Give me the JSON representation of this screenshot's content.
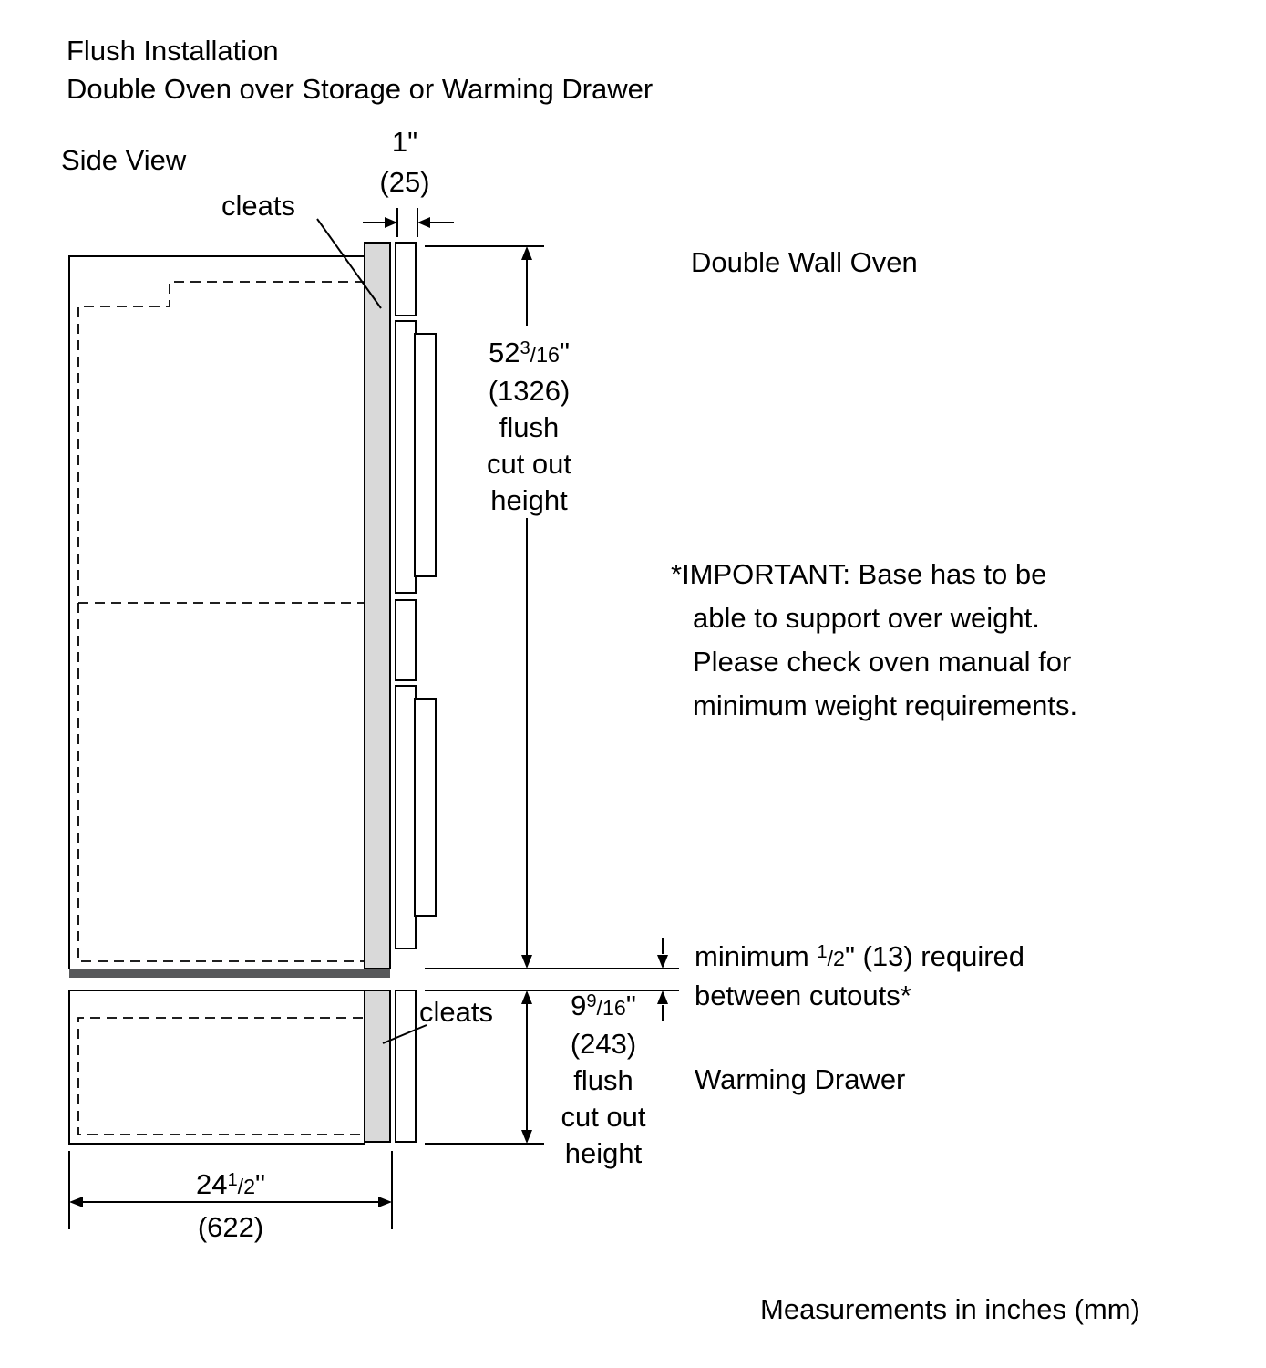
{
  "title": {
    "line1": "Flush Installation",
    "line2": "Double Oven over Storage or Warming Drawer"
  },
  "side_view": "Side View",
  "cleats_top": "cleats",
  "cleats_bottom": "cleats",
  "dim_1in": {
    "inches": "1\"",
    "mm": "(25)"
  },
  "dim_flush_oven": {
    "whole": "52",
    "frac_num": "3",
    "frac_den": "/16",
    "unit": "\"",
    "mm": "(1326)",
    "desc_line1": "flush",
    "desc_line2": "cut out",
    "desc_line3": "height"
  },
  "dim_flush_drawer": {
    "whole": "9",
    "frac_num": "9",
    "frac_den": "/16",
    "unit": "\"",
    "mm": "(243)",
    "desc_line1": "flush",
    "desc_line2": "cut out",
    "desc_line3": "height"
  },
  "dim_depth": {
    "whole": "24",
    "frac_num": "1",
    "frac_den": "/2",
    "unit": "\"",
    "mm": "(622)"
  },
  "min_gap": {
    "prefix": "minimum ",
    "frac_num": "1",
    "frac_den": "/2",
    "suffix": "\" (13) required",
    "line2": "between cutouts*"
  },
  "labels": {
    "double_wall_oven": "Double Wall Oven",
    "warming_drawer": "Warming Drawer",
    "measurements_note": "Measurements in inches (mm)"
  },
  "important_note": {
    "line1": "*IMPORTANT: Base has to be",
    "line2": "able to support over weight.",
    "line3": "Please check oven manual for",
    "line4": "minimum weight requirements."
  },
  "colors": {
    "line": "#000000",
    "cleat_fill": "#d9d9d9",
    "base_bar": "#58595b"
  }
}
